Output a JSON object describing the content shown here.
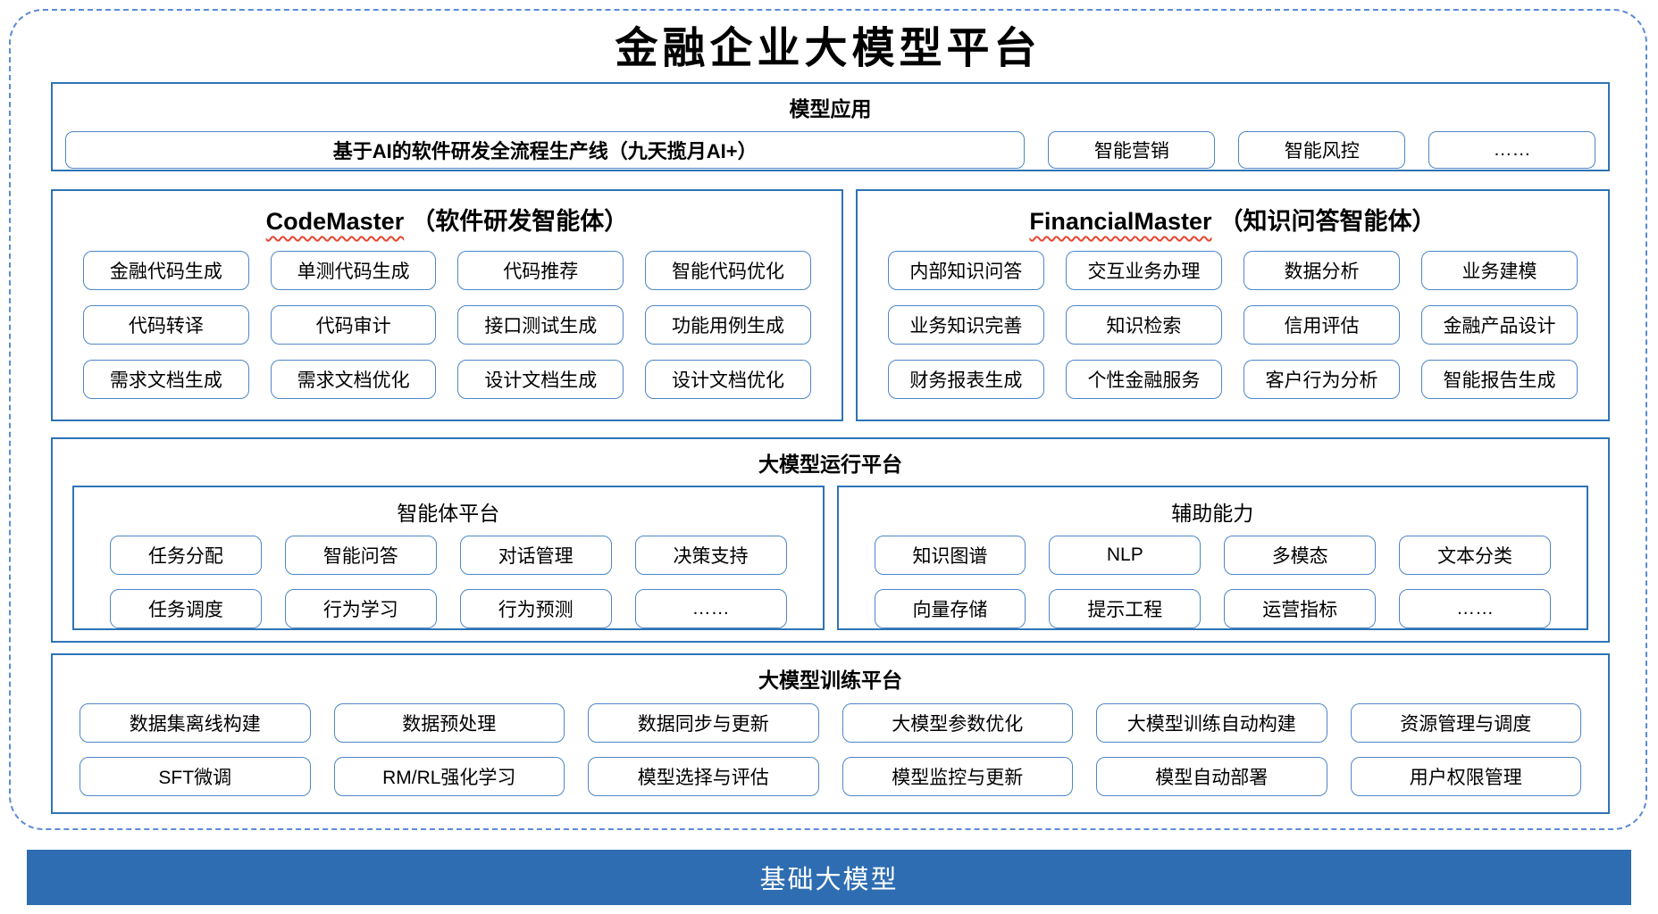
{
  "title": "金融企业大模型平台",
  "colors": {
    "dashed_border": "#5B8BD5",
    "section_border": "#2E74B5",
    "chip_border": "#4E86C8",
    "squiggle_red": "#E8442E",
    "foundation_bar": "#2E6DB2",
    "foundation_text": "#FFFFFF"
  },
  "apps": {
    "header": "模型应用",
    "main_box": "基于AI的软件研发全流程生产线（九天揽月AI+）",
    "boxes": [
      "智能营销",
      "智能风控",
      "……"
    ]
  },
  "codemaster": {
    "name": "CodeMaster",
    "suffix": "（软件研发智能体）",
    "boxes": [
      "金融代码生成",
      "单测代码生成",
      "代码推荐",
      "智能代码优化",
      "代码转译",
      "代码审计",
      "接口测试生成",
      "功能用例生成",
      "需求文档生成",
      "需求文档优化",
      "设计文档生成",
      "设计文档优化"
    ]
  },
  "financialmaster": {
    "name": "FinancialMaster",
    "suffix": "（知识问答智能体）",
    "boxes": [
      "内部知识问答",
      "交互业务办理",
      "数据分析",
      "业务建模",
      "业务知识完善",
      "知识检索",
      "信用评估",
      "金融产品设计",
      "财务报表生成",
      "个性金融服务",
      "客户行为分析",
      "智能报告生成"
    ]
  },
  "runtime": {
    "header": "大模型运行平台",
    "agent_platform": {
      "header": "智能体平台",
      "boxes": [
        "任务分配",
        "智能问答",
        "对话管理",
        "决策支持",
        "任务调度",
        "行为学习",
        "行为预测",
        "……"
      ]
    },
    "auxiliary": {
      "header": "辅助能力",
      "boxes": [
        "知识图谱",
        "NLP",
        "多模态",
        "文本分类",
        "向量存储",
        "提示工程",
        "运营指标",
        "……"
      ]
    }
  },
  "training": {
    "header": "大模型训练平台",
    "boxes": [
      "数据集离线构建",
      "数据预处理",
      "数据同步与更新",
      "大模型参数优化",
      "大模型训练自动构建",
      "资源管理与调度",
      "SFT微调",
      "RM/RL强化学习",
      "模型选择与评估",
      "模型监控与更新",
      "模型自动部署",
      "用户权限管理"
    ]
  },
  "foundation": {
    "label": "基础大模型"
  }
}
